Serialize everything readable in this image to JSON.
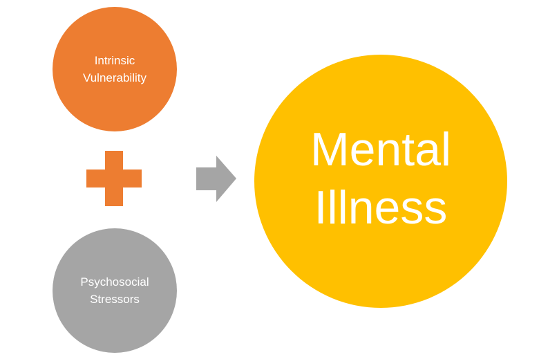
{
  "colors": {
    "vulnerability": "#ED7D31",
    "plus": "#ED7D31",
    "stressors": "#A5A5A5",
    "arrow": "#A5A5A5",
    "outcome": "#FFC000"
  },
  "nodes": {
    "vulnerability": {
      "line1": "Intrinsic",
      "line2": "Vulnerability"
    },
    "stressors": {
      "line1": "Psychosocial",
      "line2": "Stressors"
    },
    "outcome": {
      "line1": "Mental",
      "line2": "Illness"
    }
  },
  "operators": {
    "combine_icon": "plus-icon",
    "result_icon": "arrow-right-icon"
  }
}
